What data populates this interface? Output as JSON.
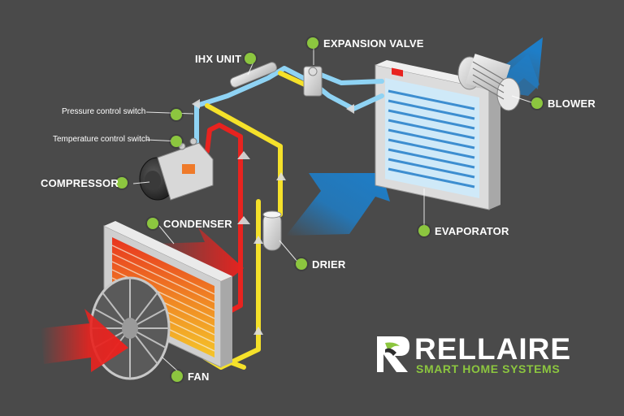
{
  "labels": {
    "ihx_unit": "IHX UNIT",
    "expansion_valve": "EXPANSION VALVE",
    "pressure_switch": "Pressure control switch",
    "temperature_switch": "Temperature control switch",
    "compressor": "COMPRESSOR",
    "condenser": "CONDENSER",
    "drier": "DRIER",
    "fan": "FAN",
    "evaporator": "EVAPORATOR",
    "blower": "BLOWER"
  },
  "brand": {
    "name": "RELLAIRE",
    "tagline": "SMART HOME SYSTEMS"
  },
  "colors": {
    "background": "#4a4a4a",
    "accent_green": "#8cc63f",
    "hot_line": "#e8231f",
    "warm_line": "#f5e12a",
    "cold_line": "#8fd3f4",
    "cool_air": "#1e7ec8",
    "hot_air": "#e8231f"
  }
}
